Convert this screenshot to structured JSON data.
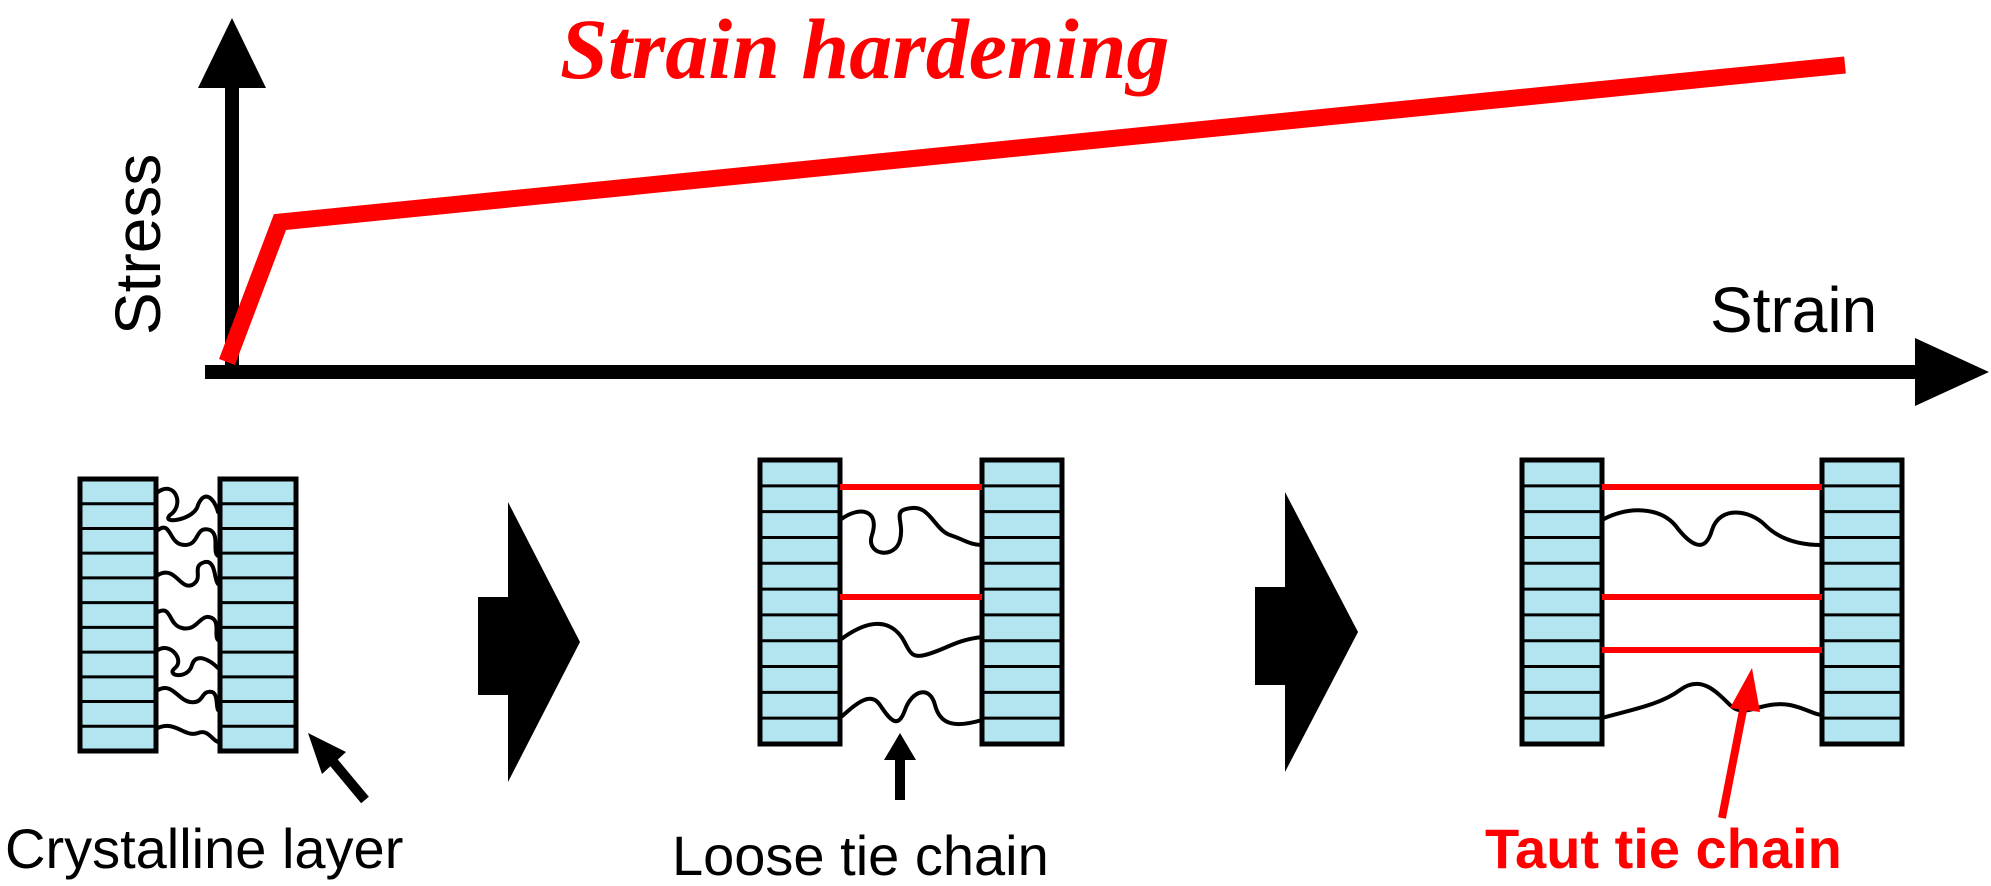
{
  "graph": {
    "title": "Strain hardening",
    "y_axis_label": "Stress",
    "x_axis_label": "Strain"
  },
  "stages": [
    {
      "label": "Crystalline layer"
    },
    {
      "label": "Loose tie chain"
    },
    {
      "label": "Taut tie chain"
    }
  ],
  "colors": {
    "curve": "#ff0000",
    "crystal_fill": "#b3e5f0",
    "taut_label": "#ff0000"
  }
}
